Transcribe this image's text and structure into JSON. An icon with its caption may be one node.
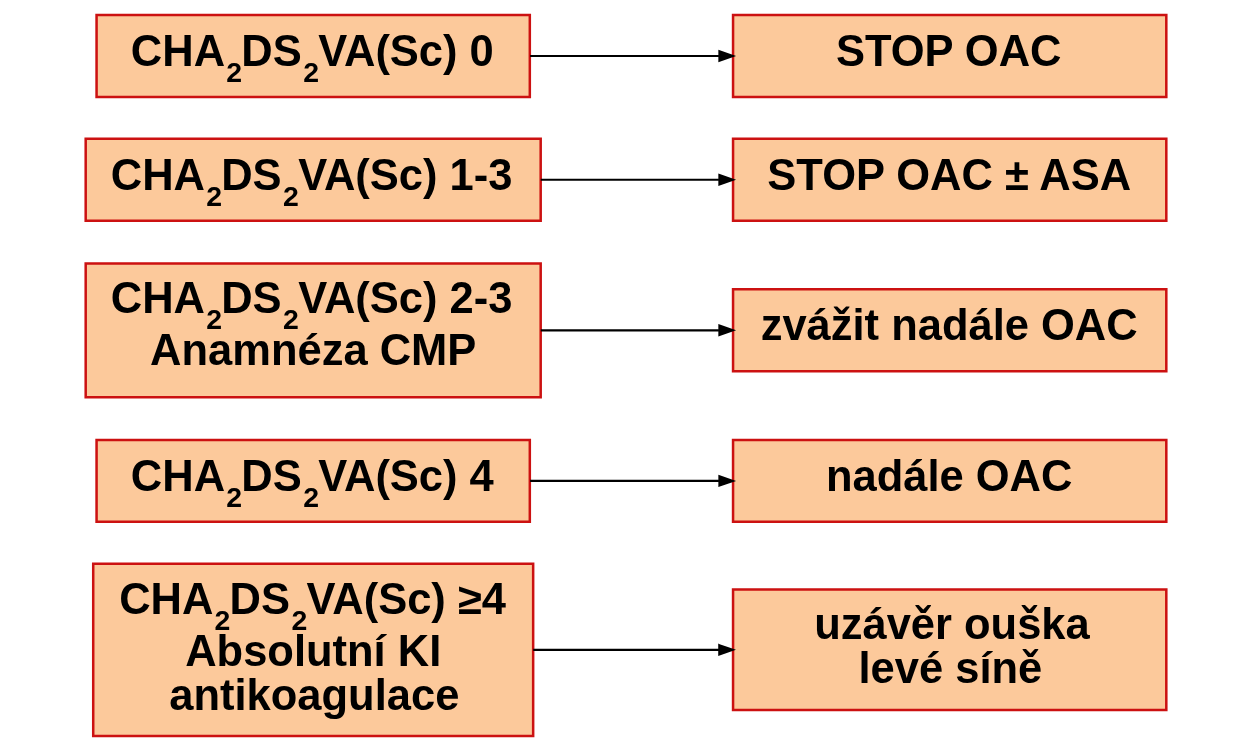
{
  "diagram": {
    "nodes": [
      {
        "text": [
          "CHA$_{2}$DS$_{2}$VA(Sc) 0"
        ]
      },
      {
        "text": [
          "STOP OAC"
        ]
      },
      {
        "text": [
          "CHA$_{2}$DS$_{2}$VA(Sc) 1-3"
        ]
      },
      {
        "text": [
          "STOP OAC ± ASA"
        ]
      },
      {
        "text": [
          "CHA$_{2}$DS$_{2}$VA(Sc) 2-3",
          "Anamnéza CMP"
        ]
      },
      {
        "text": [
          "zvážit nadále OAC"
        ]
      },
      {
        "text": [
          "CHA$_{2}$DS$_{2}$VA(Sc) 4"
        ]
      },
      {
        "text": [
          "nadále OAC"
        ]
      },
      {
        "text": [
          "CHA$_{2}$DS$_{2}$VA(Sc) ≥4",
          "Absolutní KI antikoagulace"
        ]
      },
      {
        "text": [
          "uzávěr ouška levé síně"
        ]
      }
    ],
    "edges": [
      {
        "from": 0,
        "to": 1,
        "arrow": "to"
      },
      {
        "from": 2,
        "to": 3,
        "arrow": "to"
      },
      {
        "from": 4,
        "to": 5,
        "arrow": "to"
      },
      {
        "from": 6,
        "to": 7,
        "arrow": "to"
      },
      {
        "from": 8,
        "to": 9,
        "arrow": "to"
      }
    ]
  }
}
